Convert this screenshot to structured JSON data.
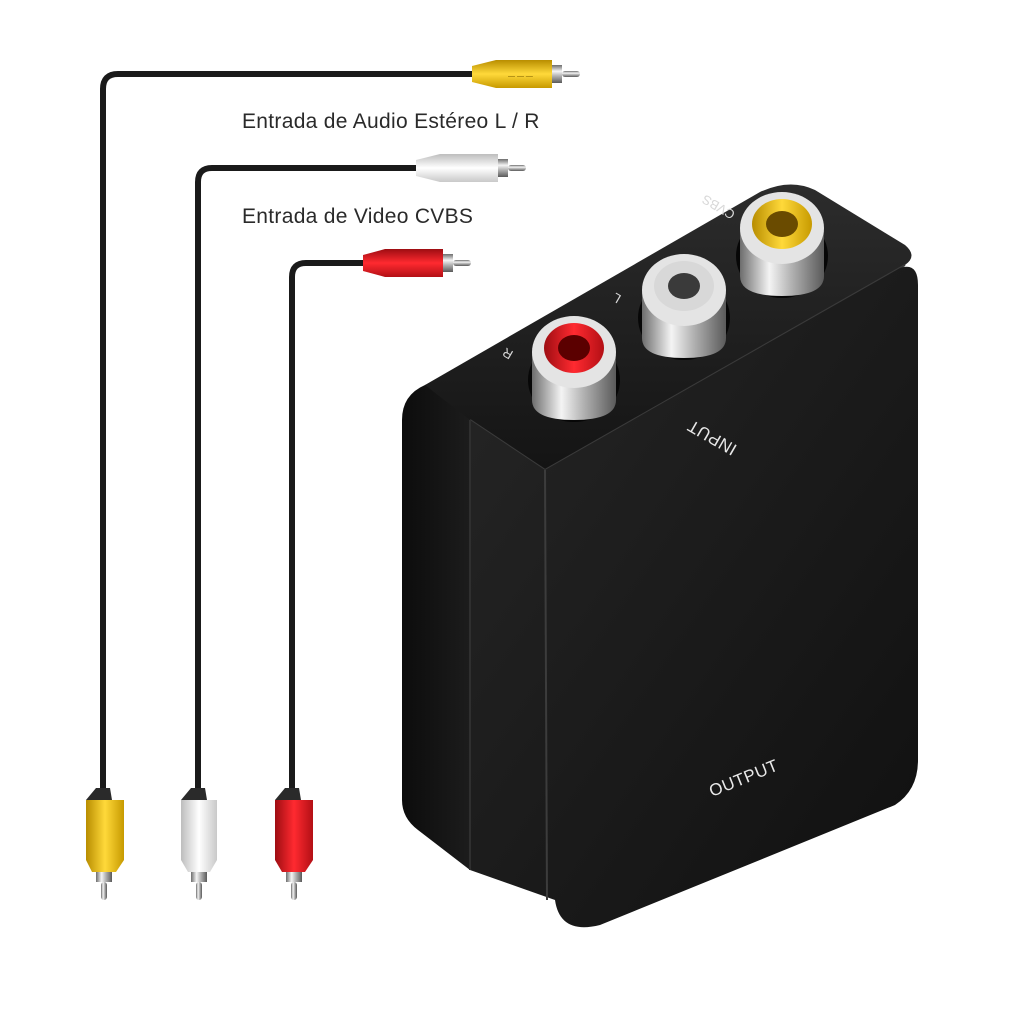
{
  "captions": {
    "audio": "Entrada de Audio Estéreo L / R",
    "video": "Entrada de Video CVBS"
  },
  "device": {
    "input_label": "INPUT",
    "output_label": "OUTPUT",
    "ports": [
      {
        "label": "R",
        "color": "#d4141c"
      },
      {
        "label": "L",
        "color": "#e6e6e6"
      },
      {
        "label": "CVBS",
        "color": "#f2b800"
      }
    ],
    "body_color": "#181818"
  },
  "cables": [
    {
      "name": "yellow",
      "color": "#f5c400"
    },
    {
      "name": "white",
      "color": "#ececec"
    },
    {
      "name": "red",
      "color": "#e0141c"
    }
  ]
}
